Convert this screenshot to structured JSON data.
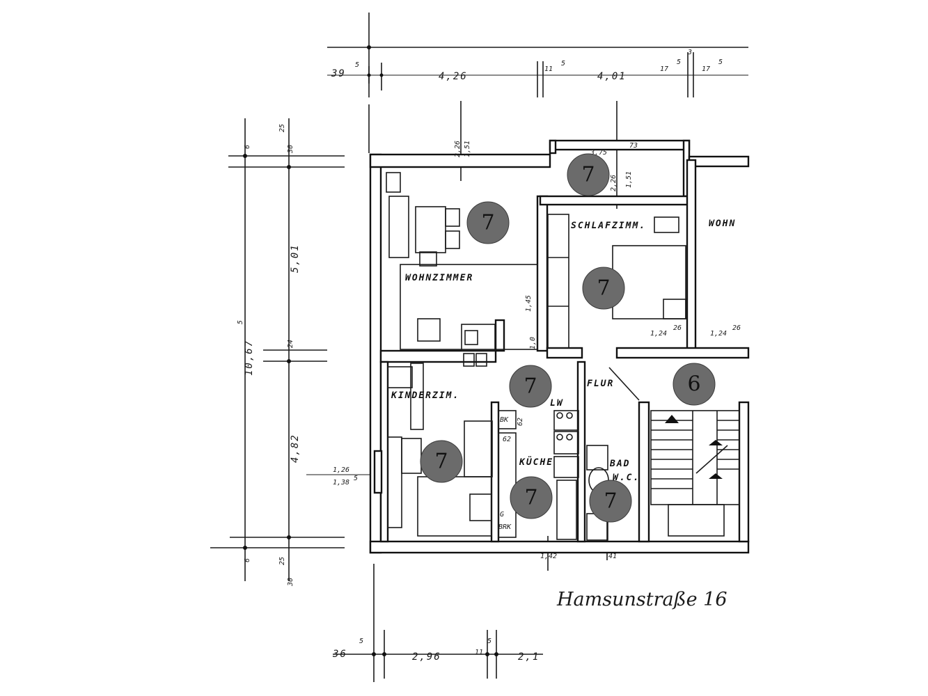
{
  "rooms": {
    "wohnzimmer": "WOHNZIMMER",
    "schlafzimmer": "SCHLAFZIMM.",
    "wohn_partial": "WOHN",
    "kinderzimmer": "KINDERZIM.",
    "flur": "FLUR",
    "kueche": "KÜCHE",
    "bad": "BAD",
    "wc": "W.C.",
    "lw": "LW",
    "bk": "BK"
  },
  "dimensions": {
    "top_1": "39",
    "top_1_sup": "5",
    "top_2": "4,26",
    "top_3": "11",
    "top_3_sup": "5",
    "top_4": "4,01",
    "top_5": "17",
    "top_5_sup": "5",
    "top_6": "3",
    "top_7": "17",
    "top_7_sup": "5",
    "left_total": "10,67",
    "left_total_sup": "5",
    "left_1": "5,01",
    "left_2": "24",
    "left_3": "4,82",
    "left_top_a": "6",
    "left_top_b": "30",
    "left_top_b_sup": "25",
    "left_bot_a": "6",
    "left_bot_b": "30",
    "left_bot_b_sup": "25",
    "wohn_2": "2,26",
    "wohn_3": "1,51",
    "balcony_1": "3,75",
    "balcony_2": "73",
    "balcony_3": "2,26",
    "balcony_4": "1,51",
    "door_1": "1,0",
    "door_2": "1,45",
    "schlaf_1": "1,24",
    "schlaf_1_sup": "26",
    "schlaf_2": "1,24",
    "schlaf_2_sup": "26",
    "kinder_1": "1,26",
    "kinder_2": "1,38",
    "kinder_2_sup": "5",
    "bottom_1": "36",
    "bottom_1_sup": "5",
    "bottom_2": "2,96",
    "bottom_3": "11",
    "bottom_3_sup": "5",
    "bottom_4": "2,1",
    "bottom_small_1": "1,42",
    "bottom_small_2": "41",
    "kuche_small_1": "G",
    "kuche_small_2": "BRK",
    "kuche_small_3": "62",
    "kuche_small_4": "62"
  },
  "badges": [
    {
      "label": "7"
    },
    {
      "label": "7"
    },
    {
      "label": "7"
    },
    {
      "label": "7"
    },
    {
      "label": "6"
    },
    {
      "label": "7"
    },
    {
      "label": "7"
    },
    {
      "label": "7"
    }
  ],
  "address": "Hamsunstraße 16",
  "colors": {
    "ink": "#1a1a1a",
    "badge": "#6b6b6b",
    "paper": "#ffffff"
  }
}
